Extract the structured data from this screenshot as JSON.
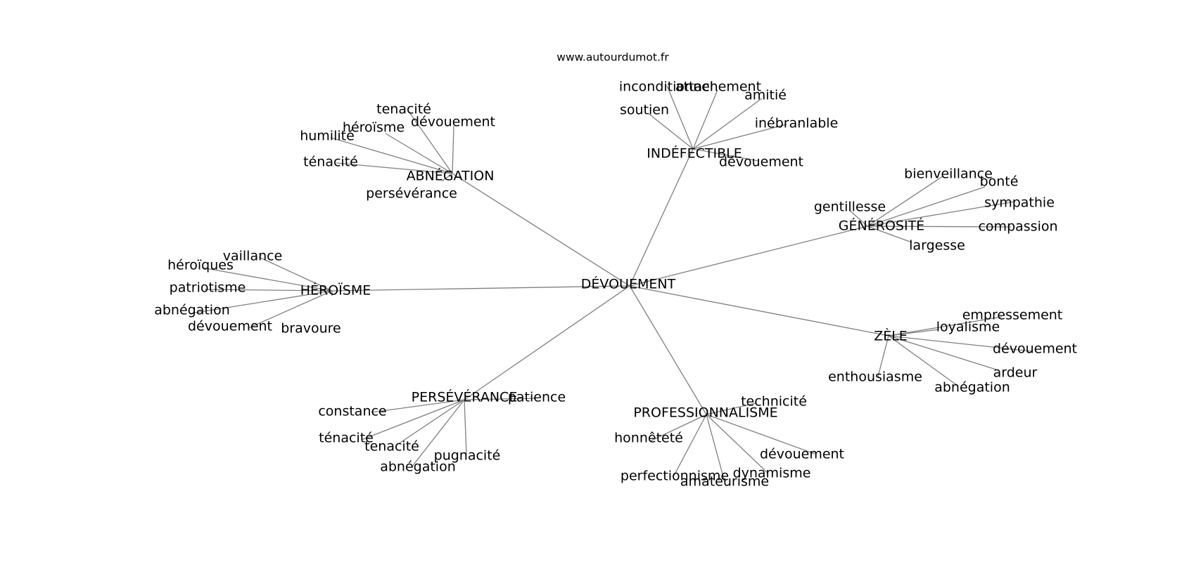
{
  "source": "www.autourdumot.fr",
  "root": "DÉVOUEMENT",
  "groups": [
    {
      "id": "abnegation",
      "label": "ABNÉGATION",
      "children": [
        "tenacité",
        "dévouement",
        "héroïsme",
        "humilité",
        "ténacité",
        "persévérance"
      ]
    },
    {
      "id": "indefectible",
      "label": "INDÉFECTIBLE",
      "children": [
        "inconditionnel",
        "attachement",
        "amitié",
        "soutien",
        "inébranlable",
        "dévouement"
      ]
    },
    {
      "id": "generosite",
      "label": "GÉNÉROSITÉ",
      "children": [
        "bienveillance",
        "bonté",
        "gentillesse",
        "sympathie",
        "compassion",
        "largesse"
      ]
    },
    {
      "id": "heroisme",
      "label": "HÉROÏSME",
      "children": [
        "vaillance",
        "héroïques",
        "patriotisme",
        "abnégation",
        "dévouement",
        "bravoure"
      ]
    },
    {
      "id": "zele",
      "label": "ZÈLE",
      "children": [
        "empressement",
        "loyalisme",
        "dévouement",
        "ardeur",
        "enthousiasme",
        "abnégation"
      ]
    },
    {
      "id": "perseverance",
      "label": "PERSÉVÉRANCE",
      "children": [
        "patience",
        "constance",
        "ténacité",
        "tenacité",
        "pugnacité",
        "abnégation"
      ]
    },
    {
      "id": "professionnalisme",
      "label": "PROFESSIONNALISME",
      "children": [
        "technicité",
        "honnêteté",
        "dévouement",
        "dynamisme",
        "perfectionnisme",
        "amateurisme"
      ]
    }
  ]
}
